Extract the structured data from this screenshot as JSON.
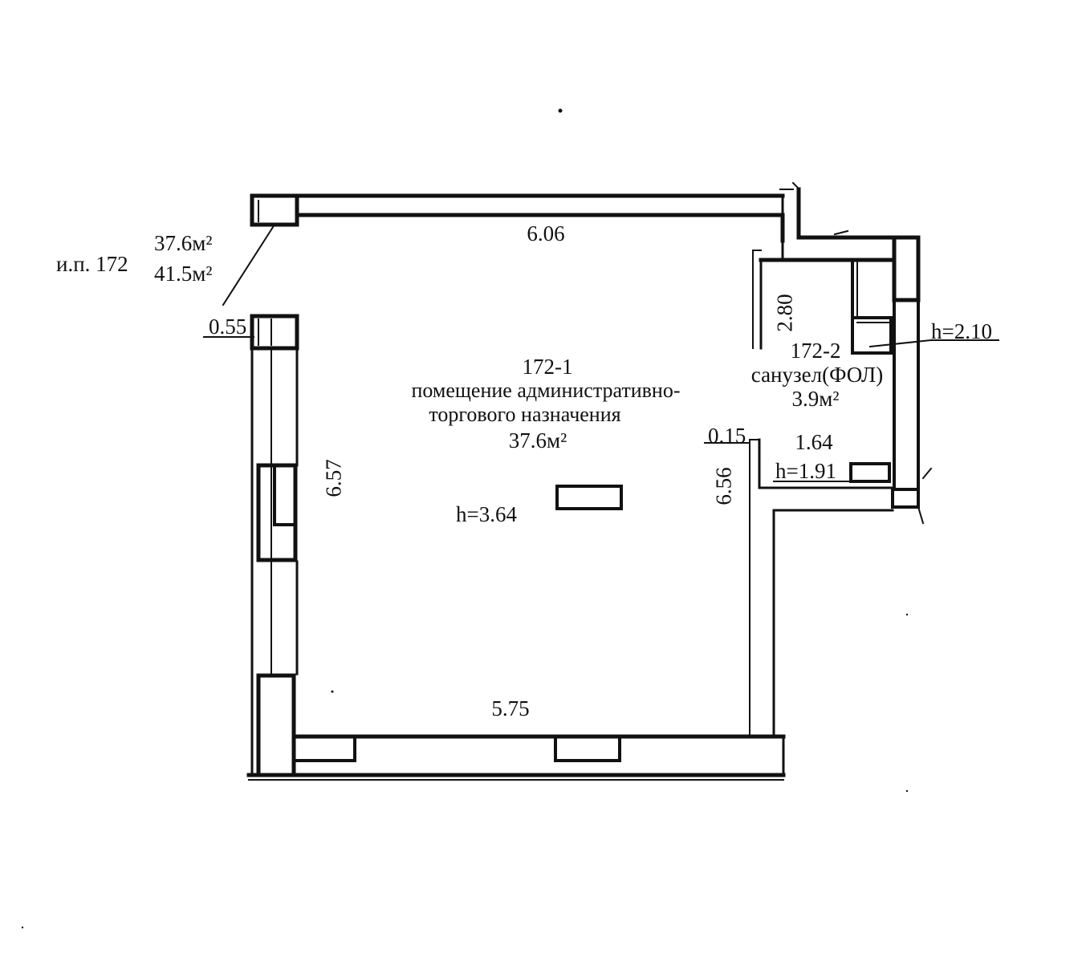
{
  "plan": {
    "unit_label": "и.п. 172",
    "unit_area_main": "37.6м²",
    "unit_area_total": "41.5м²",
    "rooms": [
      {
        "number": "172-1",
        "name_line1": "помещение административно-",
        "name_line2": "торгового назначения",
        "area": "37.6м²",
        "ceiling_height": "h=3.64"
      },
      {
        "number": "172-2",
        "name": "санузел(ФОЛ)",
        "area": "3.9м²"
      }
    ],
    "dimensions": {
      "top_wall": "6.06",
      "bottom_wall": "5.75",
      "left_wall": "6.57",
      "inner_right_wall": "6.56",
      "bathroom_length": "2.80",
      "bathroom_width": "1.64",
      "left_wall_thickness": "0.55",
      "partition_thickness": "0.15"
    },
    "opening_heights": {
      "window": "h=2.10",
      "door": "h=1.91"
    },
    "colors": {
      "ink": "#111111",
      "paper": "#ffffff"
    }
  }
}
